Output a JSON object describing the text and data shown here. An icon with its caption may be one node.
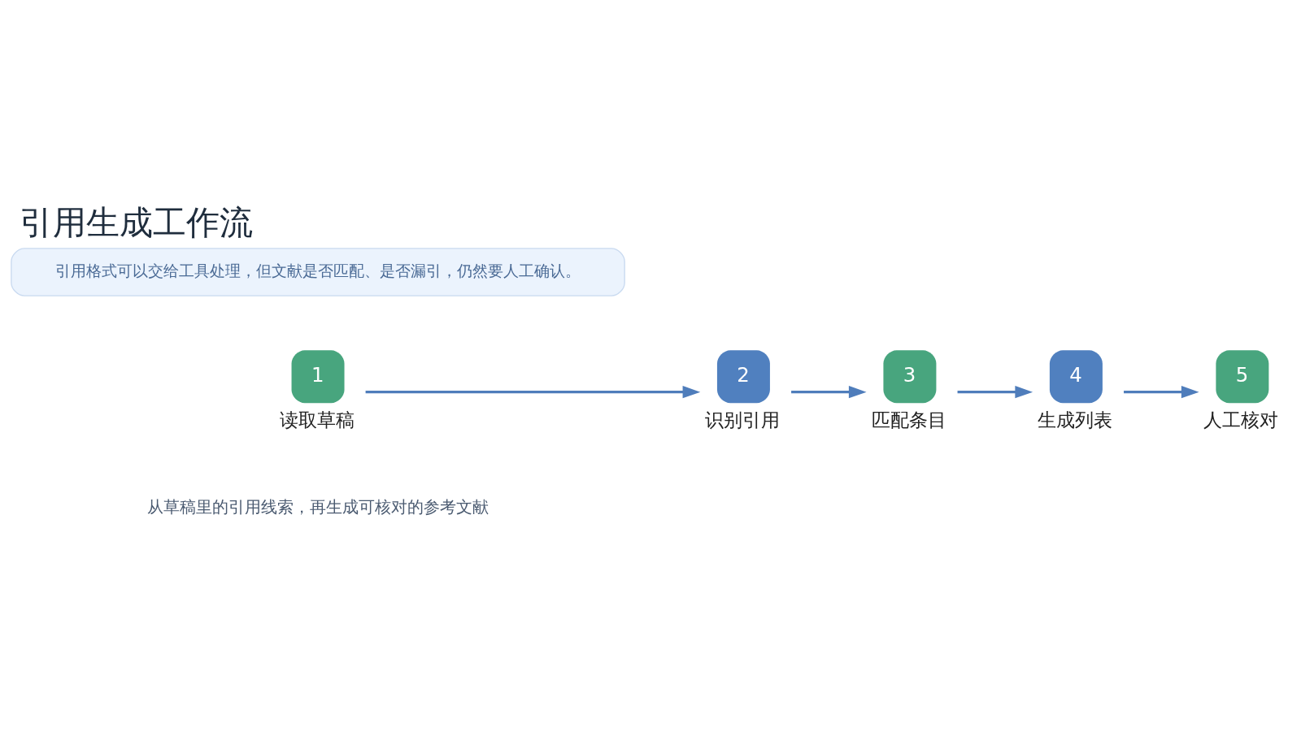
{
  "diagram": {
    "title": "引用生成工作流",
    "nodes": [
      {
        "text": [
          "1",
          "读取草稿"
        ]
      },
      {
        "text": [
          "2",
          "识别引用"
        ]
      },
      {
        "text": [
          "3",
          "匹配条目"
        ]
      },
      {
        "text": [
          "4",
          "生成列表"
        ]
      },
      {
        "text": [
          "5",
          "人工核对"
        ]
      },
      {
        "text": [
          "引用格式可以交给工具处理，但文献是否匹配、是否漏引，仍然要人工确认。"
        ]
      }
    ],
    "edges": [
      {
        "from": 0,
        "to": 1,
        "arrow": "to"
      },
      {
        "from": 1,
        "to": 2,
        "arrow": "to"
      },
      {
        "from": 2,
        "to": 3,
        "arrow": "to"
      },
      {
        "from": 3,
        "to": 4,
        "arrow": "to"
      }
    ],
    "labels": [
      "从草稿里的引用线索，再生成可核对的参考文献"
    ]
  }
}
